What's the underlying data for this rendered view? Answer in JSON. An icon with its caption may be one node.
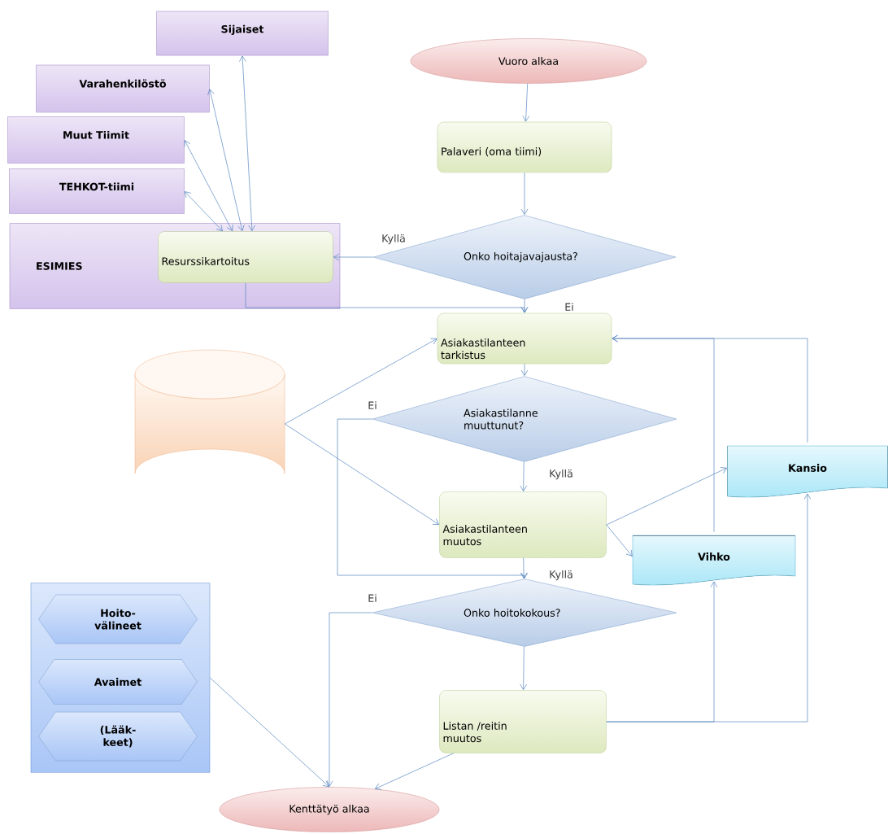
{
  "diagram": {
    "nodes": [
      {
        "text": [
          "Sijaiset"
        ]
      },
      {
        "text": [
          "Varahenkilöstö"
        ]
      },
      {
        "text": [
          "Muut Tiimit"
        ]
      },
      {
        "text": [
          "TEHKOT-tiimi"
        ]
      },
      {
        "text": [
          "ESIMIES"
        ]
      },
      {
        "text": [
          "Resurssikartoitus"
        ],
        "in": 4
      },
      {
        "text": [
          "Vuoro alkaa"
        ]
      },
      {
        "text": [
          "Palaveri (oma tiimi)"
        ]
      },
      {
        "text": [
          "Onko hoitajavajausta?"
        ]
      },
      {
        "text": [
          "Asiakastilanteen tarkistus"
        ]
      },
      {
        "text": [
          "Asiakastilanne muuttunut?"
        ]
      },
      {
        "text": [
          "Asiakastilanteen muutos"
        ]
      },
      {
        "text": [
          "Kansio"
        ]
      },
      {
        "text": [
          "Vihko"
        ]
      },
      {
        "text": [],
        "shape": "cylinder"
      },
      {
        "text": [
          "Onko hoitokokous?"
        ]
      },
      {
        "text": [
          "Listan /reitin muutos"
        ]
      },
      {
        "text": [],
        "shape": "box"
      },
      {
        "text": [
          "Hoito- välineet"
        ],
        "in": 17
      },
      {
        "text": [
          "Avaimet"
        ],
        "in": 17
      },
      {
        "text": [
          "(Lääk- keet)"
        ],
        "in": 17
      },
      {
        "text": [
          "Kenttätyö alkaa"
        ]
      }
    ],
    "edges": [
      {
        "from": 6,
        "to": 7,
        "arrow": "to"
      },
      {
        "from": 7,
        "to": 8,
        "arrow": "to"
      },
      {
        "from": 8,
        "to": 5,
        "arrow": "to",
        "label": "Kyllä"
      },
      {
        "from": 8,
        "to": 9,
        "arrow": "to",
        "label": "Ei"
      },
      {
        "from": 5,
        "to": 9,
        "arrow": "to"
      },
      {
        "from": 5,
        "to": 0,
        "arrow": "both"
      },
      {
        "from": 5,
        "to": 1,
        "arrow": "both"
      },
      {
        "from": 5,
        "to": 2,
        "arrow": "both"
      },
      {
        "from": 5,
        "to": 3,
        "arrow": "both"
      },
      {
        "from": 9,
        "to": 10,
        "arrow": "to"
      },
      {
        "from": 10,
        "to": 11,
        "arrow": "to",
        "label": "Kyllä"
      },
      {
        "from": 10,
        "to": 15,
        "arrow": "to",
        "label": "Ei"
      },
      {
        "from": 11,
        "to": 15,
        "arrow": "to",
        "label": "Kyllä"
      },
      {
        "from": 14,
        "to": 9,
        "arrow": "to"
      },
      {
        "from": 14,
        "to": 11,
        "arrow": "to"
      },
      {
        "from": 11,
        "to": 12,
        "arrow": "to"
      },
      {
        "from": 11,
        "to": 13,
        "arrow": "to"
      },
      {
        "from": 12,
        "to": 9,
        "arrow": "to"
      },
      {
        "from": 13,
        "to": 9,
        "arrow": "to"
      },
      {
        "from": 15,
        "to": 21,
        "arrow": "to",
        "label": "Ei"
      },
      {
        "from": 15,
        "to": 16,
        "arrow": "to"
      },
      {
        "from": 16,
        "to": 21,
        "arrow": "to"
      },
      {
        "from": 16,
        "to": 13,
        "arrow": "to"
      },
      {
        "from": 16,
        "to": 12,
        "arrow": "to"
      },
      {
        "from": 17,
        "to": 21,
        "arrow": "to"
      }
    ]
  }
}
